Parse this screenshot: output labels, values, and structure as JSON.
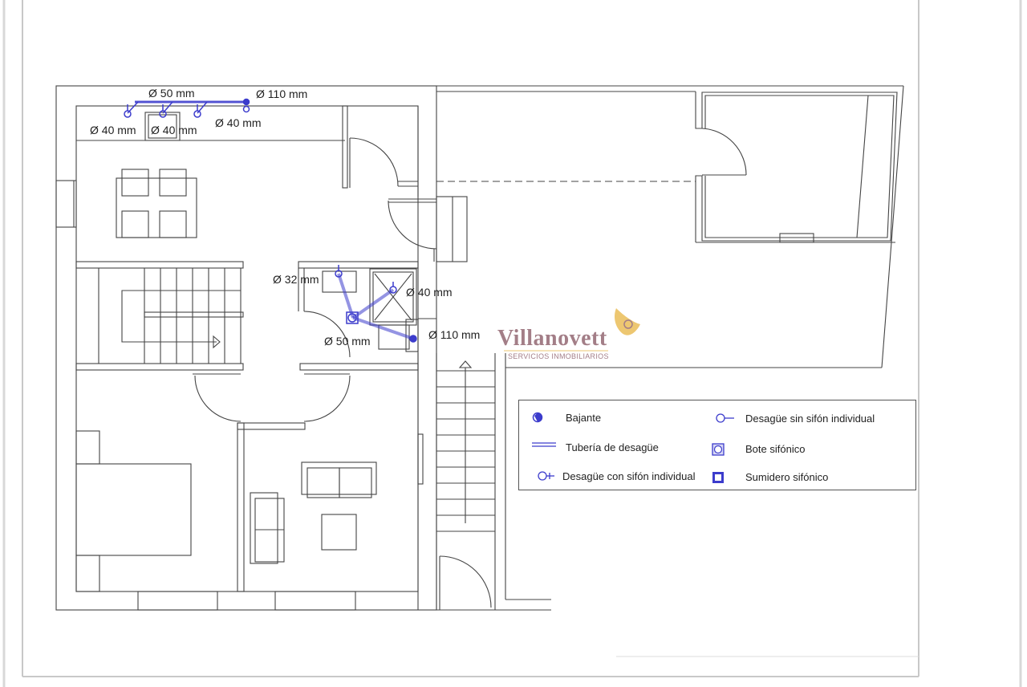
{
  "document": {
    "type": "floor-plan",
    "pipe_color": "#3c3ccc",
    "wall_color": "#444444"
  },
  "dimensions": {
    "top_collector": "Ø 50 mm",
    "top_downpipe": "Ø 110 mm",
    "kitchen_drain_1": "Ø 40 mm",
    "kitchen_drain_2": "Ø 40 mm",
    "kitchen_drain_3": "Ø 40 mm",
    "bath_sink": "Ø 32 mm",
    "bath_shower": "Ø 40 mm",
    "bath_collector": "Ø 50 mm",
    "bath_downpipe": "Ø 110 mm"
  },
  "legend": {
    "items": [
      {
        "icon": "downpipe-icon",
        "label": "Bajante"
      },
      {
        "icon": "drain-without-trap-icon",
        "label": "Desagüe sin sifón individual"
      },
      {
        "icon": "drain-pipe-icon",
        "label": "Tubería de desagüe"
      },
      {
        "icon": "trap-box-icon",
        "label": "Bote sifónico"
      },
      {
        "icon": "drain-with-trap-icon",
        "label": "Desagüe con sifón individual"
      },
      {
        "icon": "floor-drain-icon",
        "label": "Sumidero sifónico"
      }
    ]
  },
  "watermark": {
    "brand": "Villanovett",
    "tagline": "SERVICIOS INMOBILIARIOS",
    "accent": "#e8b84a",
    "text_color": "#8a5a66"
  }
}
